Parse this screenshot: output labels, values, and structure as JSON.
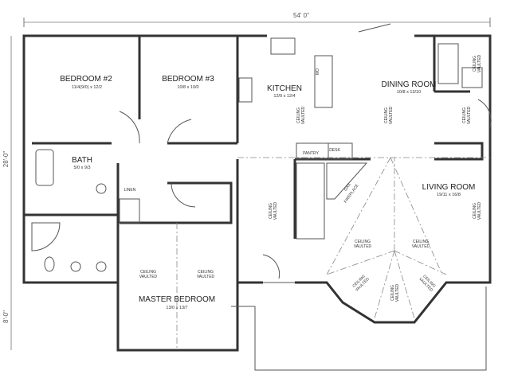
{
  "dimensions": {
    "width_total": "54' 0\"",
    "depth_main": "28'-0\"",
    "depth_bump": "8'-0\""
  },
  "rooms": {
    "bedroom2": {
      "name": "BEDROOM #2",
      "size": "11/4(9/0) x 12/2"
    },
    "bedroom3": {
      "name": "BEDROOM #3",
      "size": "10/8 x 10/0"
    },
    "kitchen": {
      "name": "KITCHEN",
      "size": "12/9 x 12/4"
    },
    "dining": {
      "name": "DINING ROOM",
      "size": "10/8 x 13/10"
    },
    "bath": {
      "name": "BATH",
      "size": "5/0 x 9/3"
    },
    "living": {
      "name": "LIVING ROOM",
      "size": "19/11 x 16/8"
    },
    "master": {
      "name": "MASTER BEDROOM",
      "size": "13/0 x 13/7"
    }
  },
  "labels": {
    "linen": "LINEN",
    "pantry": "PANTRY",
    "desk": "DESK",
    "fireplace_1": "GAS",
    "fireplace_2": "FIREPLACE",
    "microwave": "MO"
  },
  "ceiling": {
    "line1": "CEILING",
    "line2": "VAULTED"
  }
}
